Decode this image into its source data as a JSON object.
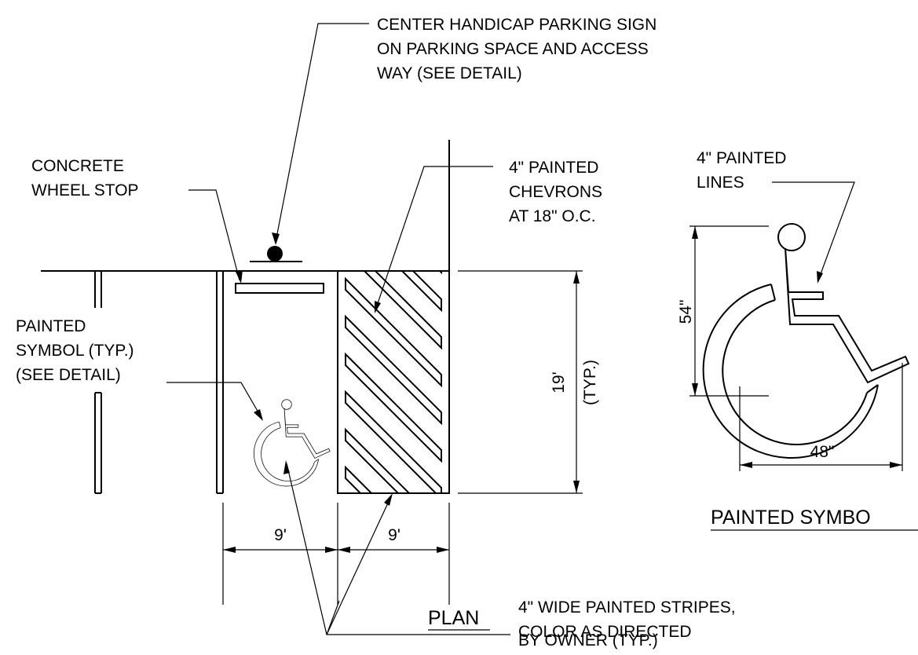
{
  "notes": {
    "sign": [
      "CENTER HANDICAP PARKING SIGN",
      "ON PARKING SPACE AND ACCESS",
      "WAY (SEE DETAIL)"
    ],
    "wheel_stop": [
      "CONCRETE",
      "WHEEL STOP"
    ],
    "chevrons": [
      "4\" PAINTED",
      "CHEVRONS",
      "AT 18\" O.C."
    ],
    "symbol": [
      "PAINTED",
      "SYMBOL (TYP.)",
      "(SEE DETAIL)"
    ],
    "stripes": [
      "4\" WIDE PAINTED STRIPES,",
      "COLOR AS DIRECTED",
      "BY OWNER (TYP.)"
    ],
    "lines": [
      "4\" PAINTED",
      "LINES"
    ]
  },
  "dimensions": {
    "space_width": "9'",
    "aisle_width": "9'",
    "depth": "19'",
    "depth_note": "(TYP.)",
    "symbol_height": "54\"",
    "symbol_width": "48\""
  },
  "titles": {
    "plan": "PLAN",
    "detail": "PAINTED SYMBO"
  }
}
